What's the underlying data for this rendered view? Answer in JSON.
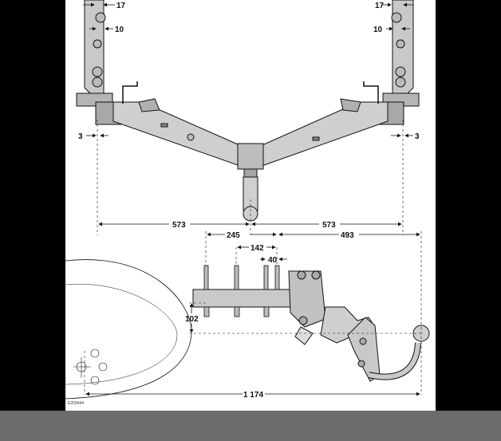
{
  "figure_id": "E203444",
  "dims": {
    "top_left_17": "17",
    "top_right_17": "17",
    "left_10": "10",
    "right_10": "10",
    "left_3": "3",
    "right_3": "3",
    "span_left": "573",
    "span_right": "573",
    "d245": "245",
    "d493": "493",
    "d142": "142",
    "d40": "40",
    "d102": "102",
    "d1174": "1 174"
  },
  "colors": {
    "metal": "#c9c9c9",
    "metal_dark": "#9a9a9a",
    "line": "#111111",
    "bar": "#6c6c6c"
  }
}
